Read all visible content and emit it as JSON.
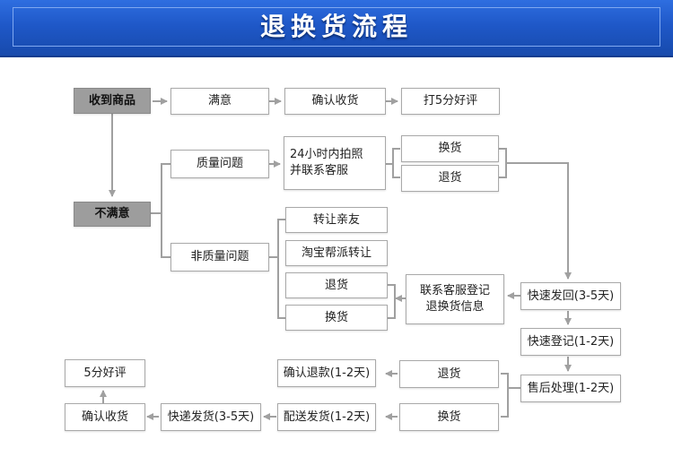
{
  "title": "退换货流程",
  "nodes": {
    "received": "收到商品",
    "satisfied": "满意",
    "confirm_receipt_top": "确认收货",
    "rate_5_top": "打5分好评",
    "unsatisfied": "不满意",
    "quality_issue": "质量问题",
    "photo_24h": "24小时内拍照\n并联系客服",
    "exchange_q": "换货",
    "return_q": "退货",
    "non_quality_issue": "非质量问题",
    "transfer_friends": "转让亲友",
    "taobao_transfer": "淘宝帮派转让",
    "return_nq": "退货",
    "exchange_nq": "换货",
    "contact_register": "联系客服登记\n退换货信息",
    "express_send_back": "快速发回(3-5天)",
    "express_register": "快速登记(1-2天)",
    "after_sales": "售后处理(1-2天)",
    "return_final": "退货",
    "exchange_final": "换货",
    "confirm_refund": "确认退款(1-2天)",
    "delivery_ship": "配送发货(1-2天)",
    "courier_ship": "快递发货(3-5天)",
    "confirm_receipt_bottom": "确认收货",
    "rate_5_bottom": "5分好评"
  }
}
